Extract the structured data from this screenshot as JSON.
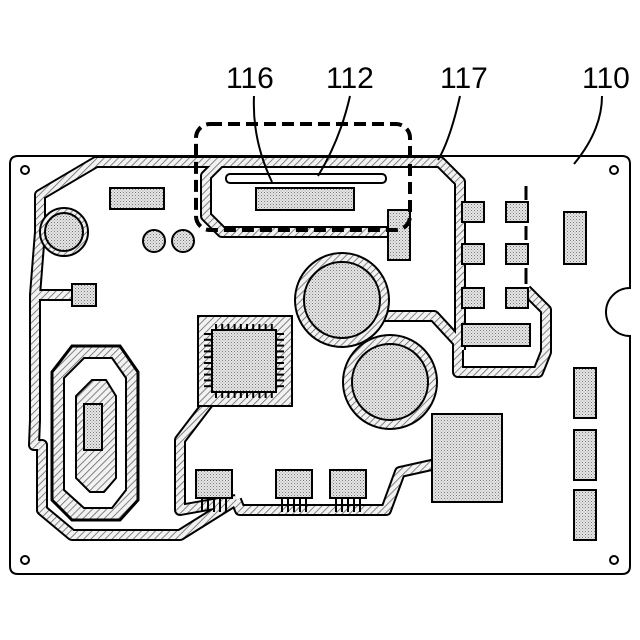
{
  "figure": {
    "labels": {
      "connector_pad": "116",
      "component": "112",
      "trace": "117",
      "board": "110"
    }
  }
}
